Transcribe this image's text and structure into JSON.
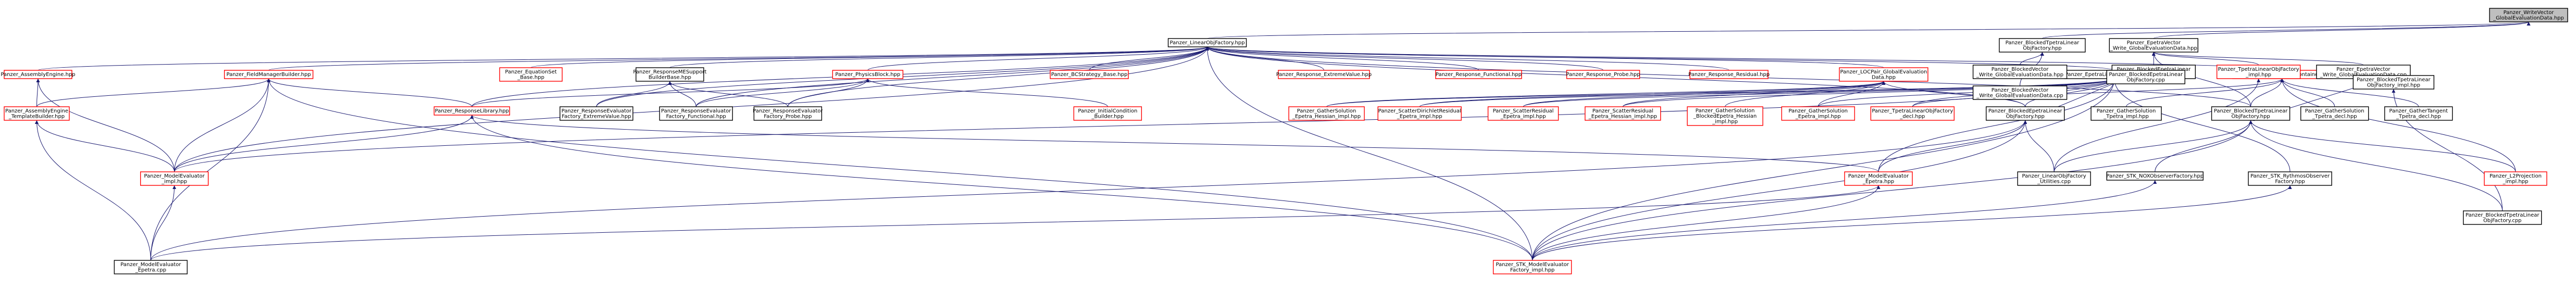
{
  "nodes": [
    {
      "id": "n0",
      "lines": [
        "Panzer_WriteVector",
        "_GlobalEvaluationData.hpp"
      ],
      "color": "root"
    },
    {
      "id": "n1",
      "lines": [
        "Panzer_LinearObjFactory.hpp"
      ],
      "color": "black"
    },
    {
      "id": "n2",
      "lines": [
        "Panzer_BlockedTpetraLinear",
        "ObjFactory.hpp"
      ],
      "color": "black"
    },
    {
      "id": "n3",
      "lines": [
        "Panzer_EpetraVector",
        "_Write_GlobalEvaluationData.hpp"
      ],
      "color": "black"
    },
    {
      "id": "n4",
      "lines": [
        "Panzer_AssemblyEngine.hpp"
      ],
      "color": "red"
    },
    {
      "id": "n5",
      "lines": [
        "Panzer_FieldManagerBuilder.hpp"
      ],
      "color": "red"
    },
    {
      "id": "n6",
      "lines": [
        "Panzer_EquationSet",
        "_Base.hpp"
      ],
      "color": "red"
    },
    {
      "id": "n7",
      "lines": [
        "Panzer_ResponseMESupport",
        "BuilderBase.hpp"
      ],
      "color": "black"
    },
    {
      "id": "n8",
      "lines": [
        "Panzer_PhysicsBlock.hpp"
      ],
      "color": "red"
    },
    {
      "id": "n9",
      "lines": [
        "Panzer_BCStrategy_Base.hpp"
      ],
      "color": "red"
    },
    {
      "id": "n10",
      "lines": [
        "Panzer_Response_ExtremeValue.hpp"
      ],
      "color": "red"
    },
    {
      "id": "n11",
      "lines": [
        "Panzer_Response_Functional.hpp"
      ],
      "color": "red"
    },
    {
      "id": "n12",
      "lines": [
        "Panzer_Response_Probe.hpp"
      ],
      "color": "red"
    },
    {
      "id": "n13",
      "lines": [
        "Panzer_Response_Residual.hpp"
      ],
      "color": "red"
    },
    {
      "id": "n14",
      "lines": [
        "Panzer_LOCPair_GlobalEvaluation",
        "Data.hpp"
      ],
      "color": "red"
    },
    {
      "id": "n15",
      "lines": [
        "Panzer_EpetraLinearObjContainer.hpp"
      ],
      "color": "black"
    },
    {
      "id": "n16",
      "lines": [
        "Panzer_TpetraLinearObjContainer.hpp"
      ],
      "color": "red"
    },
    {
      "id": "n17",
      "lines": [
        "Panzer_BlockedVector",
        "_Write_GlobalEvaluationData.hpp"
      ],
      "color": "black"
    },
    {
      "id": "n18",
      "lines": [
        "Panzer_BlockedVector",
        "_Write_GlobalEvaluationData.cpp"
      ],
      "color": "black"
    },
    {
      "id": "n19",
      "lines": [
        "Panzer_BlockedEpetraLinear",
        "ObjFactory_impl.hpp"
      ],
      "color": "black"
    },
    {
      "id": "n20",
      "lines": [
        "Panzer_TpetraLinearObjFactory",
        "_impl.hpp"
      ],
      "color": "red"
    },
    {
      "id": "n21",
      "lines": [
        "Panzer_EpetraVector",
        "_Write_GlobalEvaluationData.cpp"
      ],
      "color": "black"
    },
    {
      "id": "n22",
      "lines": [
        "Panzer_AssemblyEngine",
        "_TemplateBuilder.hpp"
      ],
      "color": "red"
    },
    {
      "id": "n23",
      "lines": [
        "Panzer_ResponseLibrary.hpp"
      ],
      "color": "red"
    },
    {
      "id": "n24",
      "lines": [
        "Panzer_ResponseEvaluator",
        "Factory_ExtremeValue.hpp"
      ],
      "color": "black"
    },
    {
      "id": "n25",
      "lines": [
        "Panzer_ResponseEvaluator",
        "Factory_Functional.hpp"
      ],
      "color": "black"
    },
    {
      "id": "n26",
      "lines": [
        "Panzer_ResponseEvaluator",
        "Factory_Probe.hpp"
      ],
      "color": "black"
    },
    {
      "id": "n27",
      "lines": [
        "Panzer_InitialCondition",
        "_Builder.hpp"
      ],
      "color": "red"
    },
    {
      "id": "n28",
      "lines": [
        "Panzer_GatherSolution",
        "_Epetra_Hessian_impl.hpp"
      ],
      "color": "red"
    },
    {
      "id": "n29",
      "lines": [
        "Panzer_ScatterDirichletResidual",
        "_Epetra_impl.hpp"
      ],
      "color": "red"
    },
    {
      "id": "n30",
      "lines": [
        "Panzer_ScatterResidual",
        "_Epetra_impl.hpp"
      ],
      "color": "red"
    },
    {
      "id": "n31",
      "lines": [
        "Panzer_ScatterResidual",
        "_Epetra_Hessian_impl.hpp"
      ],
      "color": "red"
    },
    {
      "id": "n32",
      "lines": [
        "Panzer_GatherSolution",
        "_BlockedEpetra_Hessian",
        "_impl.hpp"
      ],
      "color": "red"
    },
    {
      "id": "n33",
      "lines": [
        "Panzer_GatherSolution",
        "_Epetra_impl.hpp"
      ],
      "color": "red"
    },
    {
      "id": "n34",
      "lines": [
        "Panzer_TpetraLinearObjFactory",
        "_decl.hpp"
      ],
      "color": "red"
    },
    {
      "id": "n35",
      "lines": [
        "Panzer_BlockedEpetraLinear",
        "ObjFactory.hpp"
      ],
      "color": "black"
    },
    {
      "id": "n36",
      "lines": [
        "Panzer_GatherSolution",
        "_Tpetra_impl.hpp"
      ],
      "color": "black"
    },
    {
      "id": "n37",
      "lines": [
        "Panzer_BlockedTpetraLinear",
        "ObjFactory.hpp"
      ],
      "color": "black"
    },
    {
      "id": "n38",
      "lines": [
        "Panzer_GatherSolution",
        "_Tpetra_decl.hpp"
      ],
      "color": "black"
    },
    {
      "id": "n39",
      "lines": [
        "Panzer_GatherTangent",
        "_Tpetra_decl.hpp"
      ],
      "color": "black"
    },
    {
      "id": "n40",
      "lines": [
        "Panzer_BlockedEpetraLinear",
        "ObjFactory.cpp"
      ],
      "color": "black"
    },
    {
      "id": "n41",
      "lines": [
        "Panzer_BlockedTpetraLinear",
        "ObjFactory_impl.hpp"
      ],
      "color": "black"
    },
    {
      "id": "n42",
      "lines": [
        "Panzer_ModelEvaluator",
        "_impl.hpp"
      ],
      "color": "red"
    },
    {
      "id": "n43",
      "lines": [
        "Panzer_ModelEvaluator",
        "_Epetra.hpp"
      ],
      "color": "red"
    },
    {
      "id": "n44",
      "lines": [
        "Panzer_LinearObjFactory",
        "_Utilities.cpp"
      ],
      "color": "black"
    },
    {
      "id": "n45",
      "lines": [
        "Panzer_STK_NOXObserverFactory.hpp"
      ],
      "color": "black"
    },
    {
      "id": "n46",
      "lines": [
        "Panzer_STK_RythmosObserver",
        "Factory.hpp"
      ],
      "color": "black"
    },
    {
      "id": "n47",
      "lines": [
        "Panzer_L2Projection",
        "_impl.hpp"
      ],
      "color": "red"
    },
    {
      "id": "n48",
      "lines": [
        "Panzer_BlockedTpetraLinear",
        "ObjFactory.cpp"
      ],
      "color": "black"
    },
    {
      "id": "n49",
      "lines": [
        "Panzer_ModelEvaluator",
        "_Epetra.cpp"
      ],
      "color": "black"
    },
    {
      "id": "n50",
      "lines": [
        "Panzer_STK_ModelEvaluator",
        "Factory_impl.hpp"
      ],
      "color": "red"
    }
  ],
  "edges": [
    [
      "n0",
      "n1"
    ],
    [
      "n0",
      "n2"
    ],
    [
      "n0",
      "n3"
    ],
    [
      "n1",
      "n4"
    ],
    [
      "n1",
      "n5"
    ],
    [
      "n1",
      "n6"
    ],
    [
      "n1",
      "n7"
    ],
    [
      "n1",
      "n8"
    ],
    [
      "n1",
      "n9"
    ],
    [
      "n1",
      "n10"
    ],
    [
      "n1",
      "n11"
    ],
    [
      "n1",
      "n12"
    ],
    [
      "n1",
      "n13"
    ],
    [
      "n1",
      "n14"
    ],
    [
      "n1",
      "n15"
    ],
    [
      "n1",
      "n16"
    ],
    [
      "n1",
      "n35"
    ],
    [
      "n1",
      "n37"
    ],
    [
      "n1",
      "n42"
    ],
    [
      "n1",
      "n50"
    ],
    [
      "n1",
      "n24"
    ],
    [
      "n1",
      "n25"
    ],
    [
      "n1",
      "n26"
    ],
    [
      "n1",
      "n23"
    ],
    [
      "n2",
      "n17"
    ],
    [
      "n2",
      "n18"
    ],
    [
      "n3",
      "n19"
    ],
    [
      "n3",
      "n20"
    ],
    [
      "n3",
      "n21"
    ],
    [
      "n3",
      "n37"
    ],
    [
      "n4",
      "n22"
    ],
    [
      "n4",
      "n42"
    ],
    [
      "n5",
      "n22"
    ],
    [
      "n5",
      "n23"
    ],
    [
      "n5",
      "n42"
    ],
    [
      "n5",
      "n49"
    ],
    [
      "n5",
      "n50"
    ],
    [
      "n7",
      "n24"
    ],
    [
      "n7",
      "n25"
    ],
    [
      "n7",
      "n26"
    ],
    [
      "n8",
      "n23"
    ],
    [
      "n8",
      "n27"
    ],
    [
      "n8",
      "n25"
    ],
    [
      "n8",
      "n26"
    ],
    [
      "n14",
      "n28"
    ],
    [
      "n14",
      "n29"
    ],
    [
      "n14",
      "n30"
    ],
    [
      "n14",
      "n31"
    ],
    [
      "n14",
      "n32"
    ],
    [
      "n14",
      "n33"
    ],
    [
      "n14",
      "n35"
    ],
    [
      "n15",
      "n28"
    ],
    [
      "n15",
      "n29"
    ],
    [
      "n15",
      "n30"
    ],
    [
      "n15",
      "n31"
    ],
    [
      "n15",
      "n33"
    ],
    [
      "n15",
      "n34"
    ],
    [
      "n15",
      "n35"
    ],
    [
      "n15",
      "n42"
    ],
    [
      "n15",
      "n43"
    ],
    [
      "n15",
      "n46"
    ],
    [
      "n15",
      "n50"
    ],
    [
      "n16",
      "n36"
    ],
    [
      "n16",
      "n37"
    ],
    [
      "n16",
      "n38"
    ],
    [
      "n16",
      "n39"
    ],
    [
      "n16",
      "n47"
    ],
    [
      "n16",
      "n34"
    ],
    [
      "n19",
      "n40"
    ],
    [
      "n20",
      "n44"
    ],
    [
      "n22",
      "n42"
    ],
    [
      "n22",
      "n49"
    ],
    [
      "n23",
      "n42"
    ],
    [
      "n23",
      "n43"
    ],
    [
      "n23",
      "n50"
    ],
    [
      "n35",
      "n40"
    ],
    [
      "n35",
      "n43"
    ],
    [
      "n35",
      "n44"
    ],
    [
      "n35",
      "n49"
    ],
    [
      "n35",
      "n50"
    ],
    [
      "n37",
      "n41"
    ],
    [
      "n37",
      "n44"
    ],
    [
      "n37",
      "n45"
    ],
    [
      "n37",
      "n47"
    ],
    [
      "n37",
      "n48"
    ],
    [
      "n37",
      "n50"
    ],
    [
      "n41",
      "n48"
    ],
    [
      "n42",
      "n49"
    ],
    [
      "n43",
      "n49"
    ],
    [
      "n43",
      "n50"
    ],
    [
      "n45",
      "n50"
    ],
    [
      "n46",
      "n50"
    ]
  ]
}
